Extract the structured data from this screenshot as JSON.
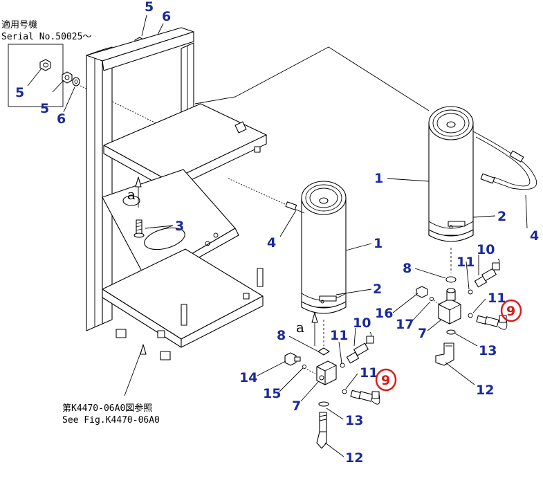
{
  "serial_note": {
    "line1": "適用号機",
    "line2": "Serial No.50025～"
  },
  "see_fig_note": {
    "line1": "第K4470-06A0図参照",
    "line2": "See Fig.K4470-06A0"
  },
  "view_letter": "a",
  "highlight_color": "#e01b1b",
  "callout_color": "#1a2a9c",
  "callouts": {
    "c5a": "5",
    "c6a": "6",
    "c5b": "5",
    "c5c": "5",
    "c6b": "6",
    "c3": "3",
    "c4a": "4",
    "c1a": "1",
    "c2a": "2",
    "c8a": "8",
    "c11a": "11",
    "c10a": "10",
    "c11b": "11",
    "c9a": "9",
    "c14": "14",
    "c15": "15",
    "c7a": "7",
    "c13a": "13",
    "c12a": "12",
    "c1b": "1",
    "c2b": "2",
    "c4b": "4",
    "c8b": "8",
    "c11c": "11",
    "c10b": "10",
    "c11d": "11",
    "c9b": "9",
    "c16": "16",
    "c17": "17",
    "c7b": "7",
    "c13b": "13",
    "c12b": "12"
  }
}
